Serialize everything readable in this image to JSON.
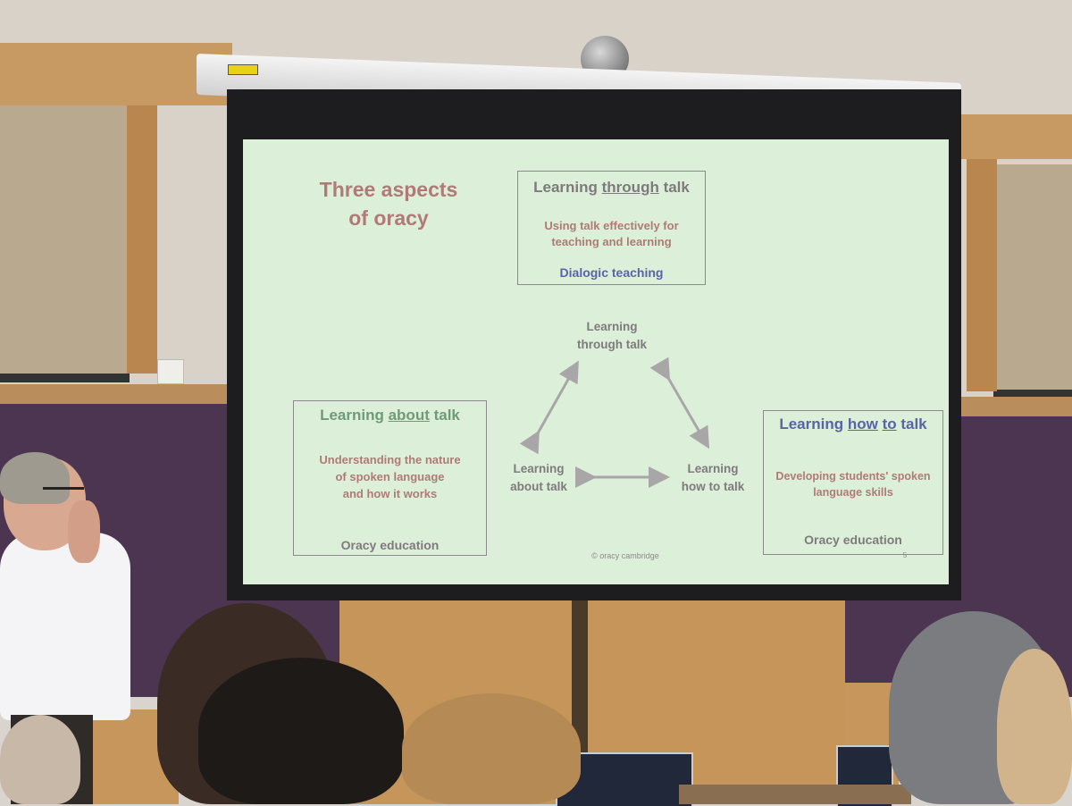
{
  "slide": {
    "title_line1": "Three aspects",
    "title_line2": "of oracy",
    "box_through": {
      "heading_pre": "Learning ",
      "heading_key": "through",
      "heading_post": " talk",
      "line1": "Using talk effectively for",
      "line2": "teaching and learning",
      "footer": "Dialogic teaching"
    },
    "box_about": {
      "heading_pre": "Learning ",
      "heading_key": "about",
      "heading_post": " talk",
      "line1": "Understanding the nature",
      "line2": "of spoken language",
      "line3": "and how it works",
      "footer": "Oracy education"
    },
    "box_how": {
      "heading_pre": "Learning ",
      "heading_key": "how",
      "heading_mid": " ",
      "heading_key2": "to",
      "heading_post": " talk",
      "line1": "Developing students' spoken",
      "line2": "language skills",
      "footer": "Oracy education"
    },
    "triangle": {
      "top_line1": "Learning",
      "top_line2": "through talk",
      "left_line1": "Learning",
      "left_line2": "about talk",
      "right_line1": "Learning",
      "right_line2": "how to talk"
    },
    "copyright": "© oracy cambridge",
    "page_number": "5"
  },
  "colors": {
    "slide_bg": "#dcefd8",
    "brown_text": "#b07a78",
    "green_text": "#6f9a7a",
    "blue_text": "#5a63a8",
    "grey_text": "#7f7a7e"
  }
}
